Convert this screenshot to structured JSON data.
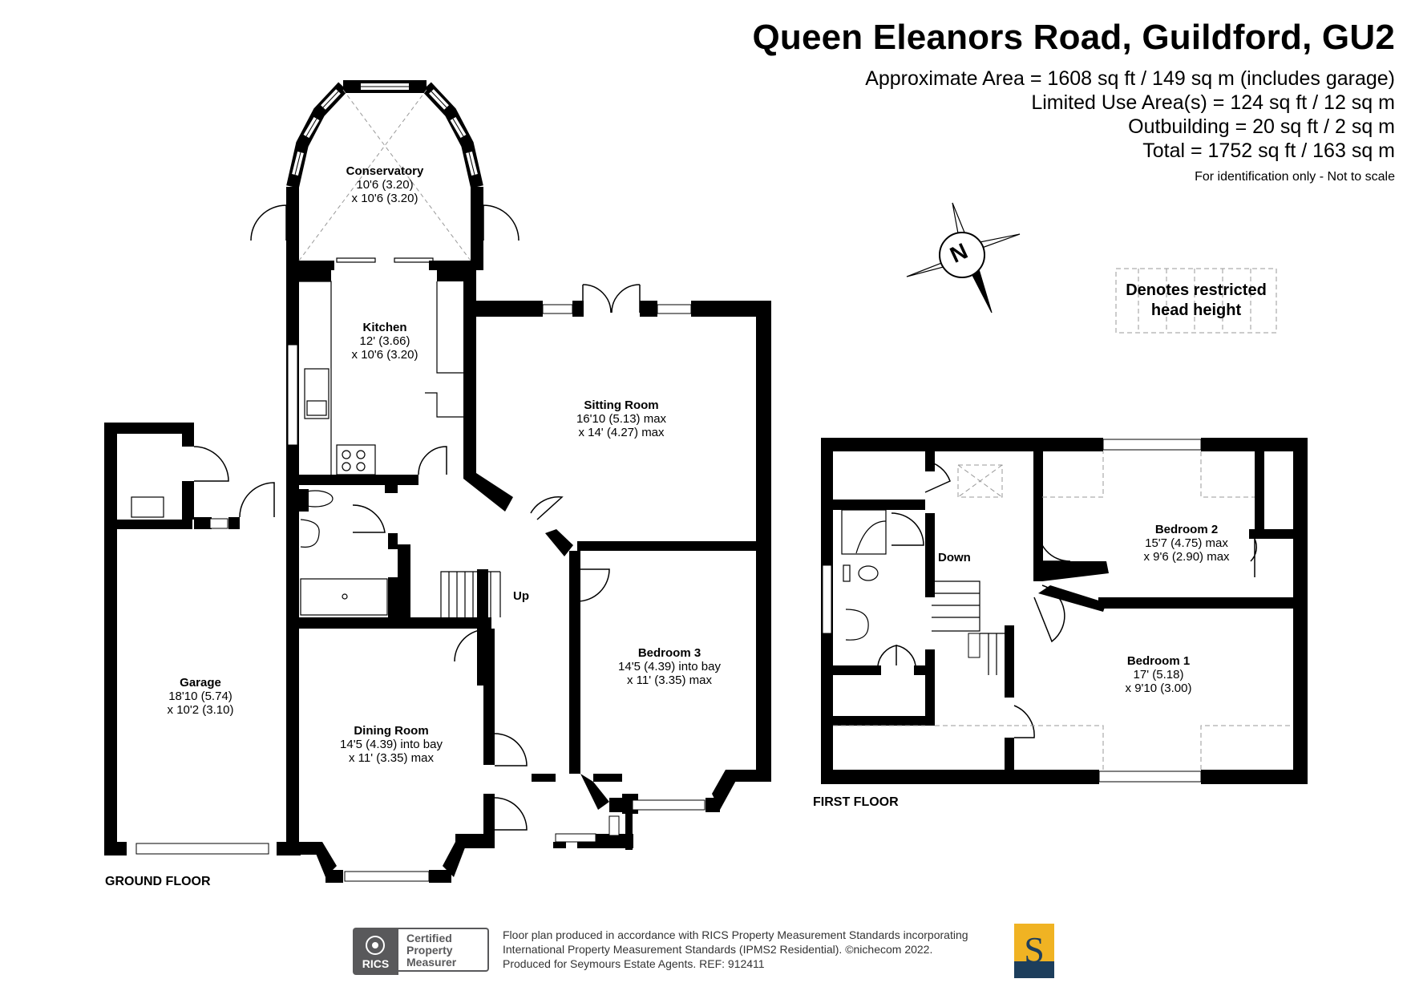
{
  "header": {
    "title": "Queen Eleanors Road, Guildford, GU2",
    "approx_area": "Approximate Area = 1608 sq ft / 149 sq m (includes garage)",
    "limited_use": "Limited Use Area(s) = 124 sq ft / 12 sq m",
    "outbuilding": "Outbuilding = 20 sq ft / 2 sq m",
    "total": "Total = 1752 sq ft / 163 sq m",
    "disclaimer": "For identification only - Not to scale"
  },
  "compass": {
    "letter": "N"
  },
  "legend": {
    "restricted_line1": "Denotes restricted",
    "restricted_line2": "head height"
  },
  "ground_floor": {
    "label": "GROUND FLOOR",
    "stairs_label": "Up",
    "rooms": [
      {
        "name": "Conservatory",
        "dim1": "10'6 (3.20)",
        "dim2": "x 10'6 (3.20)"
      },
      {
        "name": "Kitchen",
        "dim1": "12' (3.66)",
        "dim2": "x 10'6 (3.20)"
      },
      {
        "name": "Sitting Room",
        "dim1": "16'10 (5.13) max",
        "dim2": "x 14' (4.27) max"
      },
      {
        "name": "Garage",
        "dim1": "18'10 (5.74)",
        "dim2": "x 10'2 (3.10)"
      },
      {
        "name": "Bedroom 3",
        "dim1": "14'5 (4.39) into bay",
        "dim2": "x 11' (3.35) max"
      },
      {
        "name": "Dining Room",
        "dim1": "14'5 (4.39) into bay",
        "dim2": "x 11' (3.35) max"
      }
    ]
  },
  "first_floor": {
    "label": "FIRST FLOOR",
    "stairs_label": "Down",
    "rooms": [
      {
        "name": "Bedroom 2",
        "dim1": "15'7 (4.75) max",
        "dim2": "x 9'6 (2.90) max"
      },
      {
        "name": "Bedroom 1",
        "dim1": "17' (5.18)",
        "dim2": "x 9'10 (3.00)"
      }
    ]
  },
  "footer": {
    "line1": "Floor plan produced in accordance with RICS Property Measurement Standards incorporating",
    "line2": "International Property Measurement Standards (IPMS2 Residential).   ©nichecom 2022.",
    "line3": "Produced for Seymours Estate Agents.   REF:  912411",
    "rics_name": "RICS",
    "cert_line1": "Certified",
    "cert_line2": "Property",
    "cert_line3": "Measurer",
    "s_logo_letter": "S"
  },
  "colors": {
    "wall": "#000000",
    "rics_grey": "#59595b",
    "logo_gold": "#f0b323",
    "logo_navy": "#1d3e5c"
  }
}
